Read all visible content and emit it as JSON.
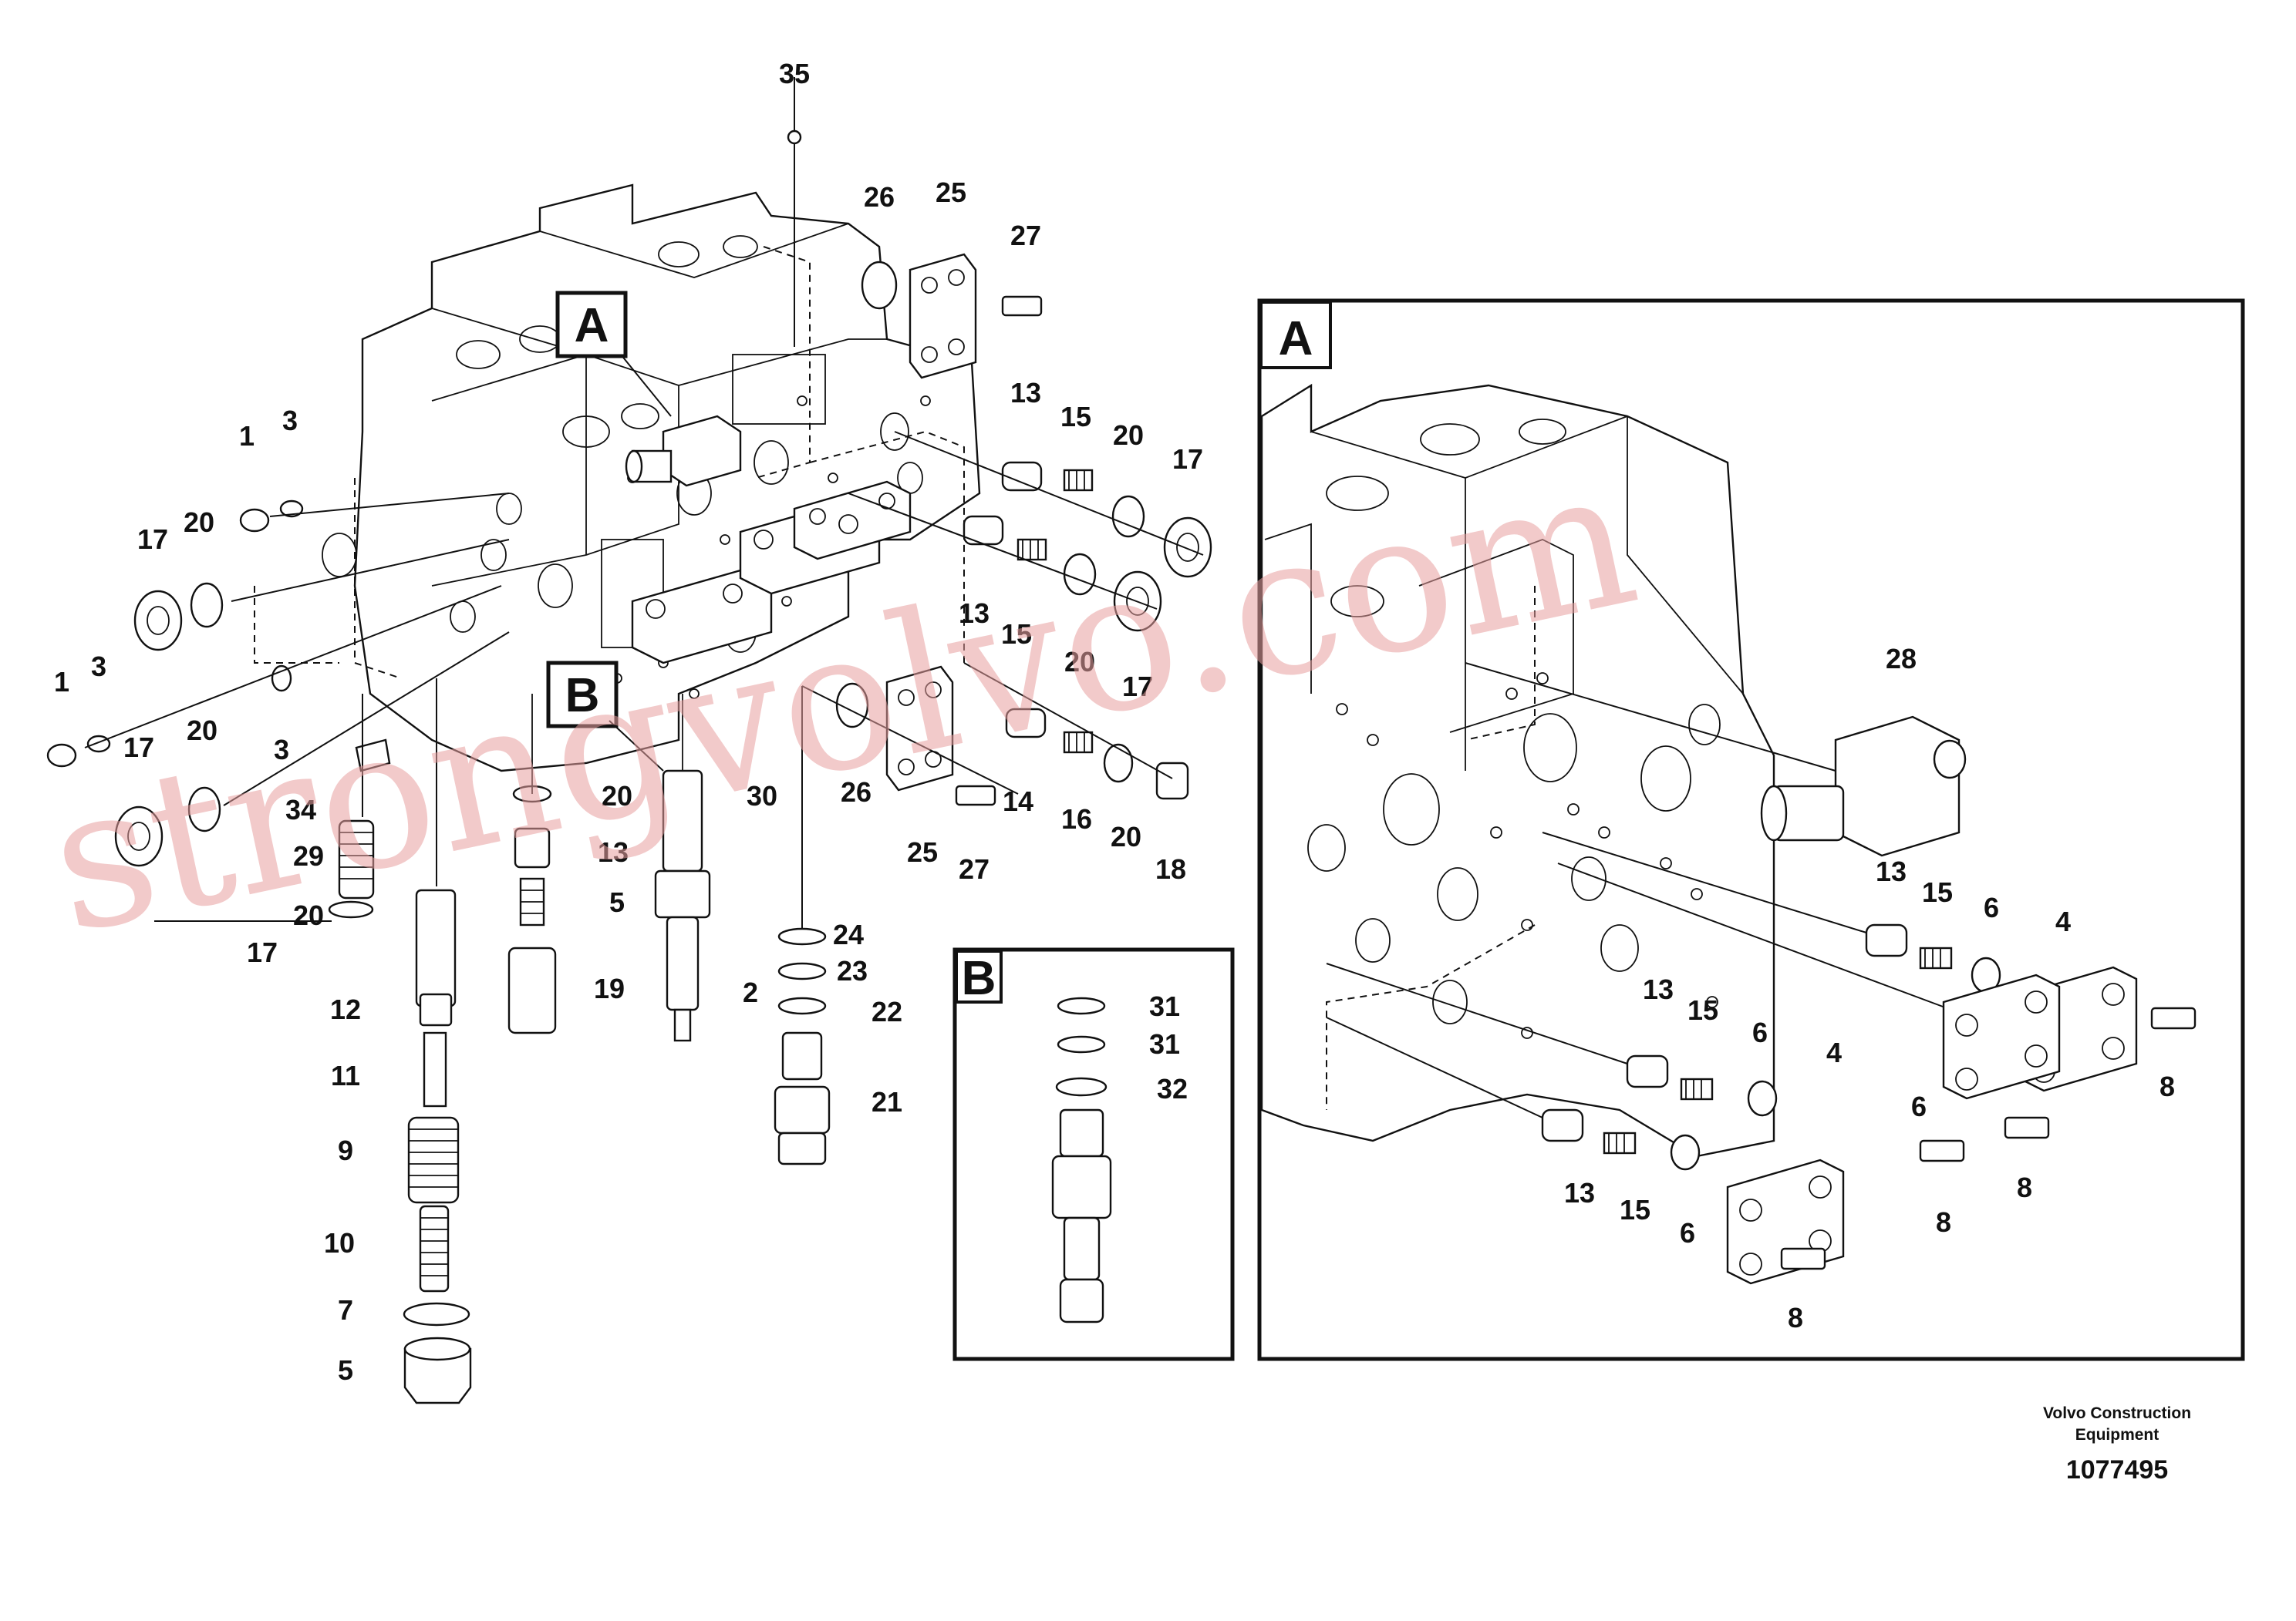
{
  "figure": {
    "detail_labels": [
      "A",
      "B"
    ],
    "callouts_main": [
      "35",
      "26",
      "25",
      "27",
      "1",
      "3",
      "13",
      "15",
      "20",
      "17",
      "17",
      "20",
      "13",
      "15",
      "20",
      "17",
      "1",
      "3",
      "3",
      "17",
      "20",
      "34",
      "29",
      "20",
      "17",
      "12",
      "11",
      "9",
      "10",
      "7",
      "5",
      "20",
      "13",
      "5",
      "19",
      "30",
      "2",
      "26",
      "25",
      "14",
      "16",
      "20",
      "18",
      "27",
      "24",
      "23",
      "22",
      "21"
    ],
    "callouts_detail_b": [
      "31",
      "31",
      "32"
    ],
    "callouts_detail_a": [
      "28",
      "13",
      "15",
      "6",
      "4",
      "8",
      "13",
      "15",
      "6",
      "4",
      "6",
      "8",
      "13",
      "15",
      "6",
      "8",
      "8"
    ]
  },
  "footer": {
    "company_line1": "Volvo Construction",
    "company_line2": "Equipment",
    "drawing_number": "1077495"
  },
  "watermark": "strongvolvo.com"
}
